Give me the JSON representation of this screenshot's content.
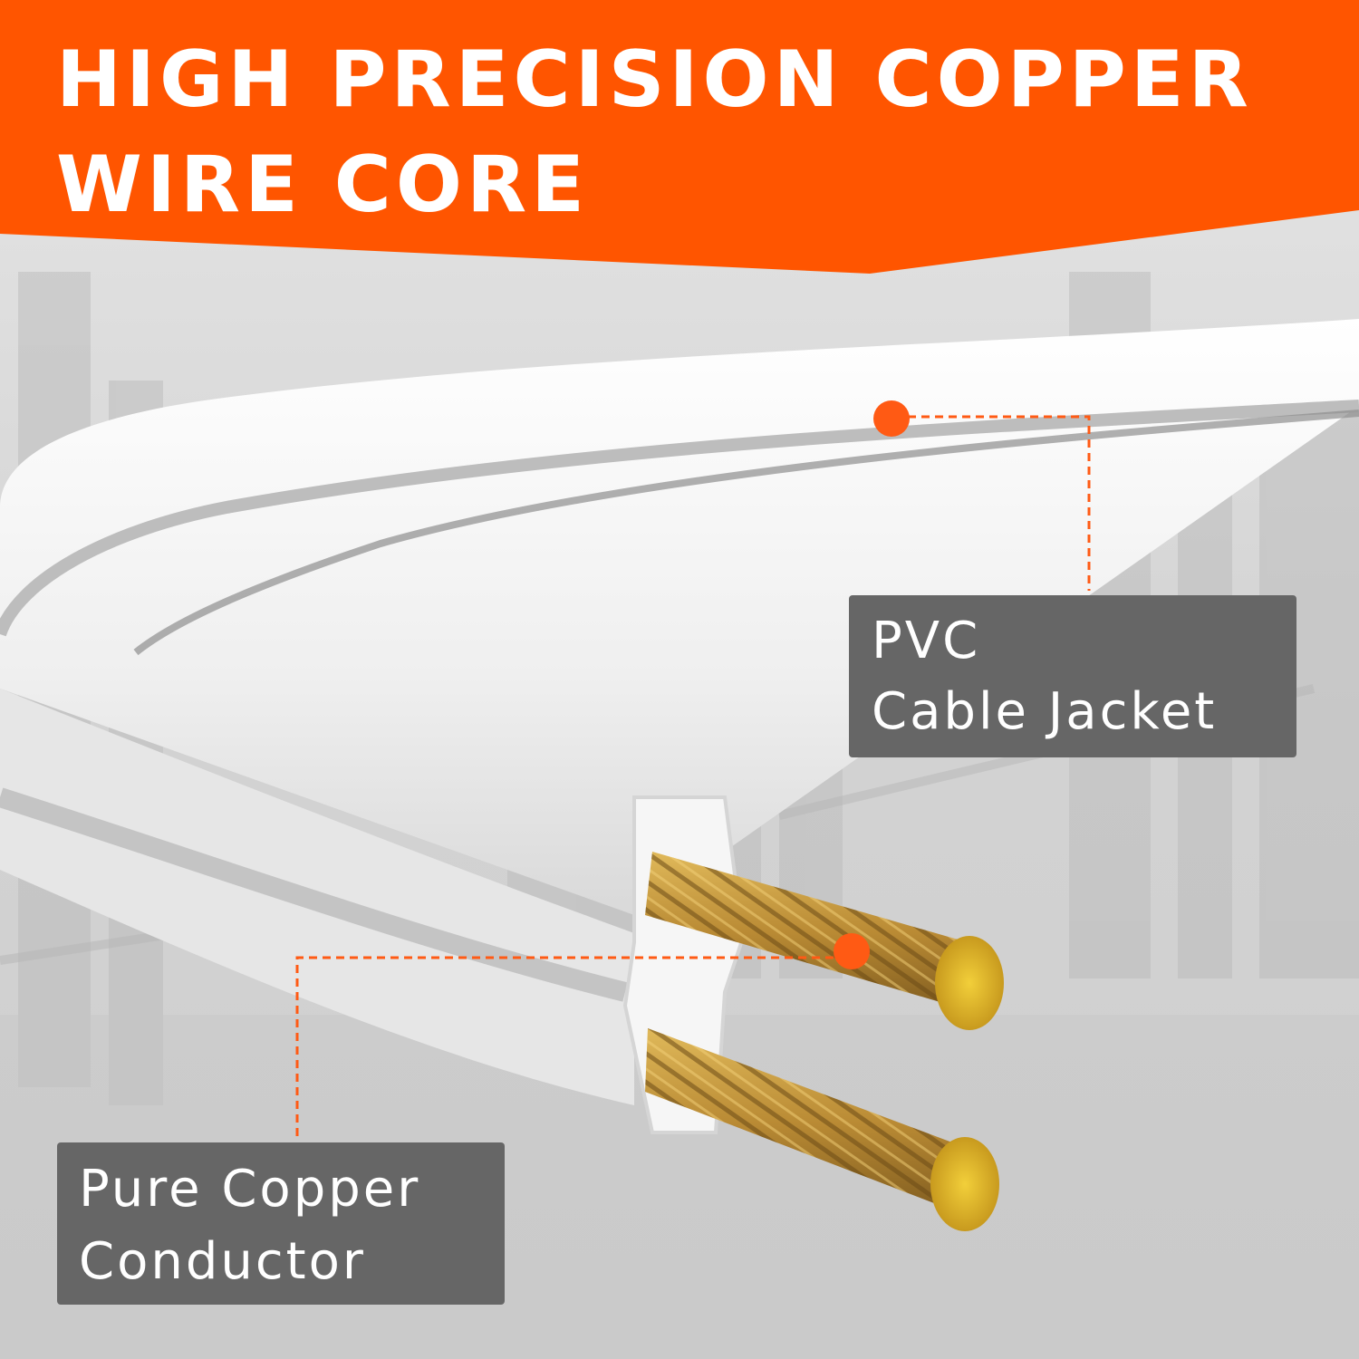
{
  "headline": {
    "line1": "HIGH PRECISION COPPER",
    "line2": "WIRE CORE"
  },
  "callouts": {
    "jacket": {
      "line1": "PVC",
      "line2": "Cable Jacket"
    },
    "conductor": {
      "line1": "Pure Copper",
      "line2": "Conductor"
    }
  },
  "colors": {
    "banner": "#ff5500",
    "callout_box": "#666666",
    "callout_marker": "#ff5a14",
    "cable_jacket": "#f2f2f2",
    "copper": "#c99a3c"
  }
}
